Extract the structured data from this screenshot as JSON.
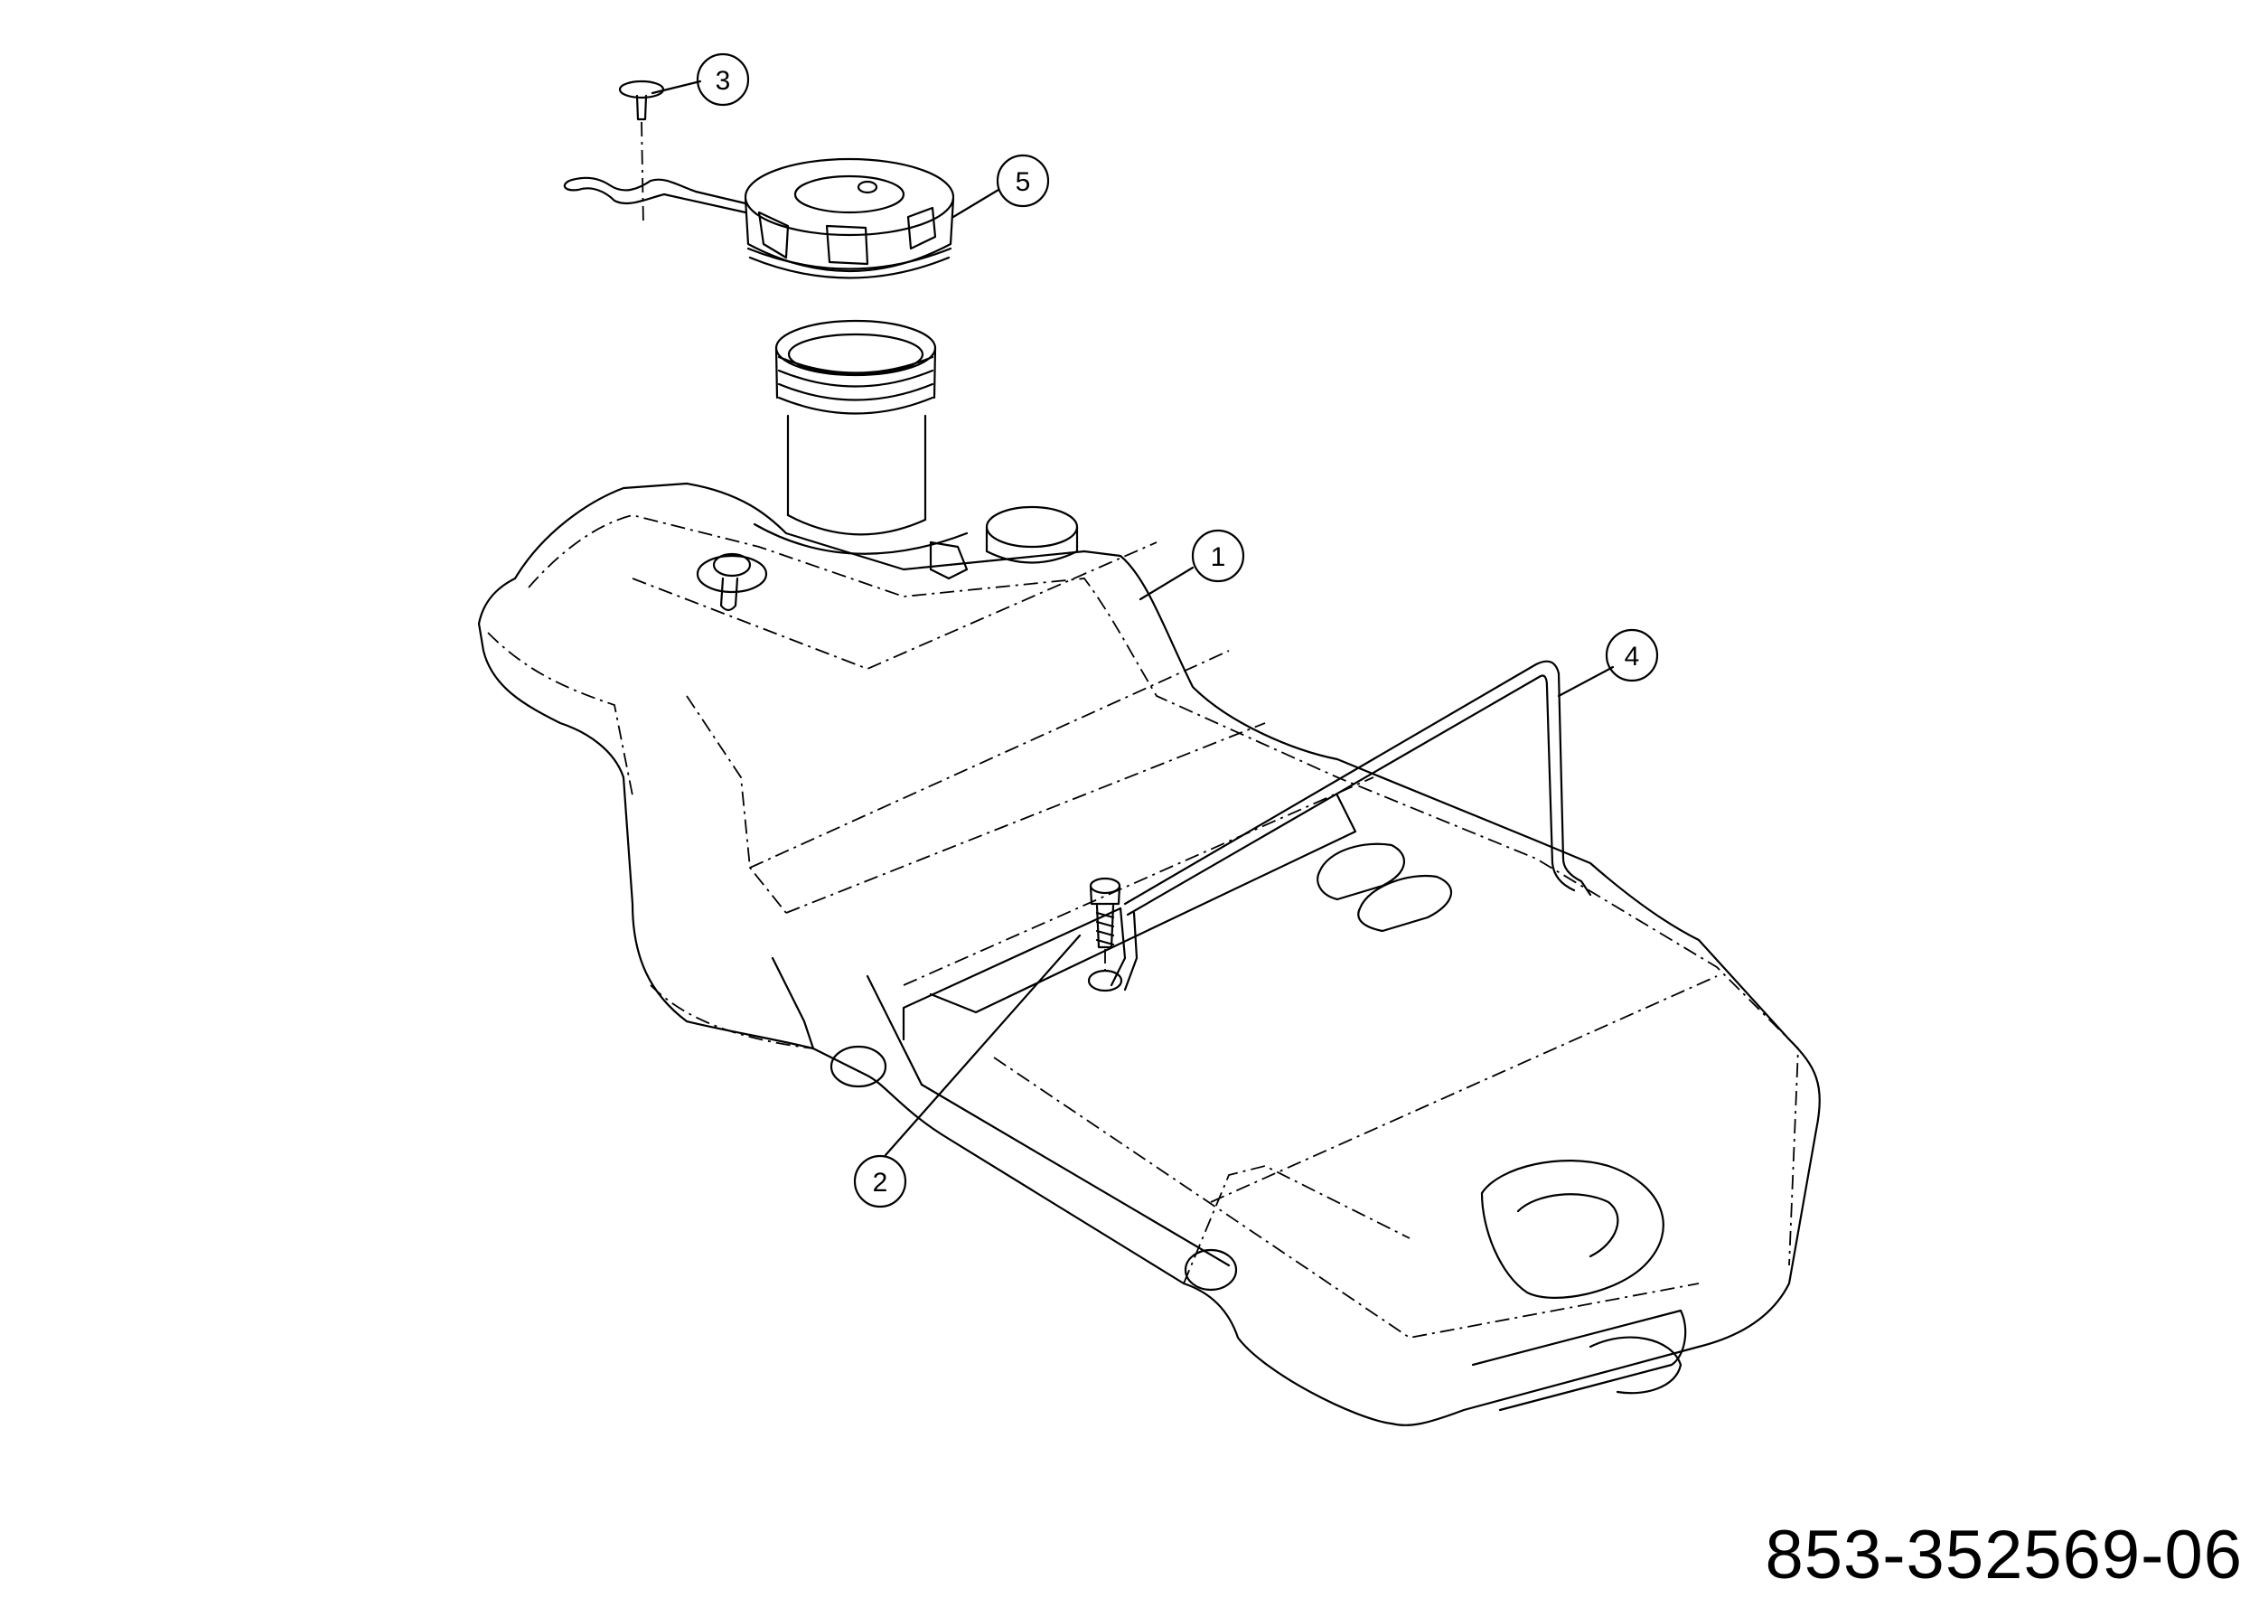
{
  "drawing_number": "853-352569-06",
  "callouts": [
    {
      "label": "1"
    },
    {
      "label": "2"
    },
    {
      "label": "3"
    },
    {
      "label": "4"
    },
    {
      "label": "5"
    }
  ]
}
